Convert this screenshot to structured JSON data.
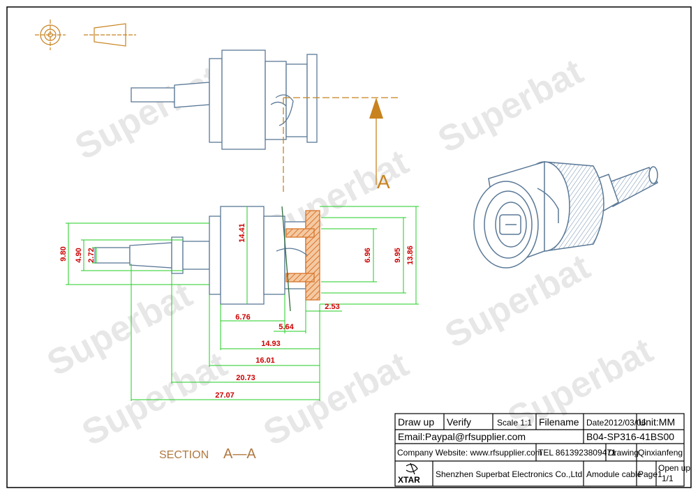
{
  "watermark": "Superbat",
  "section": {
    "label": "SECTION",
    "view": "A—A",
    "arrow_label": "A"
  },
  "dimensions": {
    "d980": "9.80",
    "d490": "4.90",
    "d272": "2.72",
    "d1441": "14.41",
    "d696": "6.96",
    "d995": "9.95",
    "d1386": "13.86",
    "d676": "6.76",
    "d564": "5.64",
    "d253": "2.53",
    "d1493": "14.93",
    "d1601": "16.01",
    "d2073": "20.73",
    "d2707": "27.07"
  },
  "title_block": {
    "draw_up": "Draw up",
    "verify": "Verify",
    "scale": "Scale 1:1",
    "filename_label": "Filename",
    "date": "Date2012/03/06",
    "unit": "Unit:MM",
    "email": "Email:Paypal@rfsupplier.com",
    "part_no": "B04-SP316-41BS00",
    "website": "Company Website: www.rfsupplier.com",
    "tel": "TEL 8613923809471",
    "drawing_label": "Drawing",
    "drawer": "Qinxianfeng",
    "logo_text": "XTAR",
    "company": "Shenzhen Superbat Electronics Co.,Ltd",
    "product": "Amodule cable",
    "page": "Page1",
    "open_up": "Open up",
    "open_up_count": "1/1"
  },
  "colors": {
    "outline": "#5a7896",
    "dimension_line": "#22cc22",
    "dimension_text": "#cc0000",
    "center_line": "#c8821e",
    "hatch": "#d9742a"
  }
}
